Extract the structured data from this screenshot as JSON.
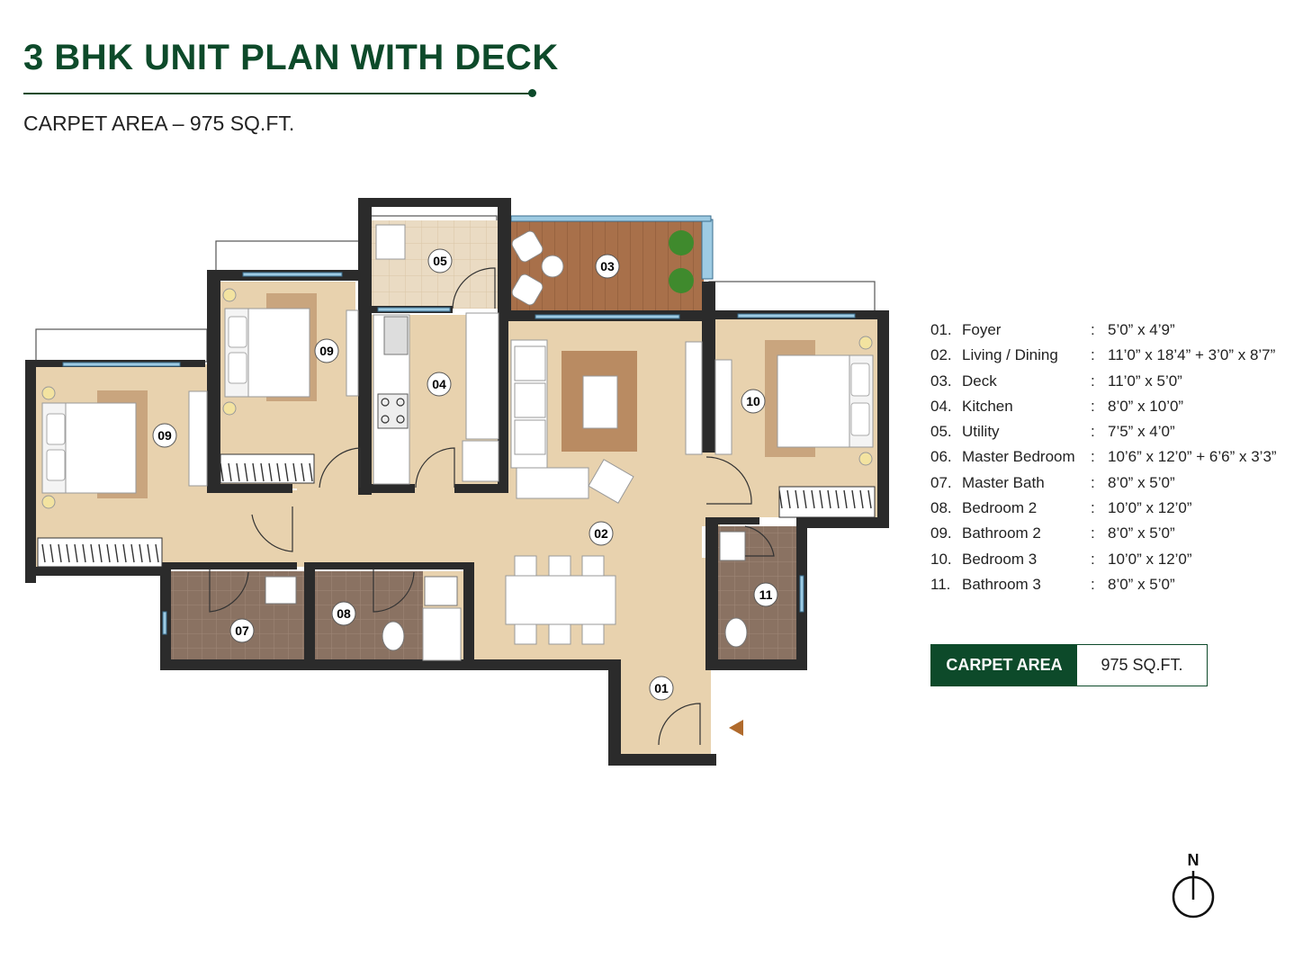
{
  "header": {
    "title": "3 BHK UNIT PLAN WITH DECK",
    "subtitle": "CARPET AREA – 975 SQ.FT."
  },
  "plan_labels": [
    "01",
    "02",
    "03",
    "04",
    "05",
    "07",
    "08",
    "09",
    "09",
    "10",
    "11"
  ],
  "legend": [
    {
      "num": "01.",
      "room": "Foyer",
      "dim": "5’0” x 4’9”"
    },
    {
      "num": "02.",
      "room": "Living / Dining",
      "dim": "11’0” x 18’4” + 3’0” x 8’7”"
    },
    {
      "num": "03.",
      "room": "Deck",
      "dim": "11’0” x 5’0”"
    },
    {
      "num": "04.",
      "room": "Kitchen",
      "dim": "8’0” x 10’0”"
    },
    {
      "num": "05.",
      "room": "Utility",
      "dim": "7’5” x 4’0”"
    },
    {
      "num": "06.",
      "room": "Master Bedroom",
      "dim": "10’6” x 12’0” + 6’6” x 3’3”"
    },
    {
      "num": "07.",
      "room": "Master Bath",
      "dim": "8’0” x 5’0”"
    },
    {
      "num": "08.",
      "room": "Bedroom 2",
      "dim": "10’0” x 12’0”"
    },
    {
      "num": "09.",
      "room": "Bathroom 2",
      "dim": "8’0” x 5’0”"
    },
    {
      "num": "10.",
      "room": "Bedroom 3",
      "dim": "10’0” x 12’0”"
    },
    {
      "num": "11.",
      "room": "Bathroom 3",
      "dim": "8’0” x 5’0”"
    }
  ],
  "legend_colon": ":",
  "area": {
    "label": "CARPET AREA",
    "value": "975 SQ.FT."
  },
  "compass": {
    "label": "N"
  },
  "colors": {
    "brand": "#0d4a2a",
    "floor": "#e8d2ae",
    "wall": "#2b2b2b",
    "tile": "#8a7262",
    "deck": "#a8704a",
    "entry_marker": "#b06a2c"
  }
}
